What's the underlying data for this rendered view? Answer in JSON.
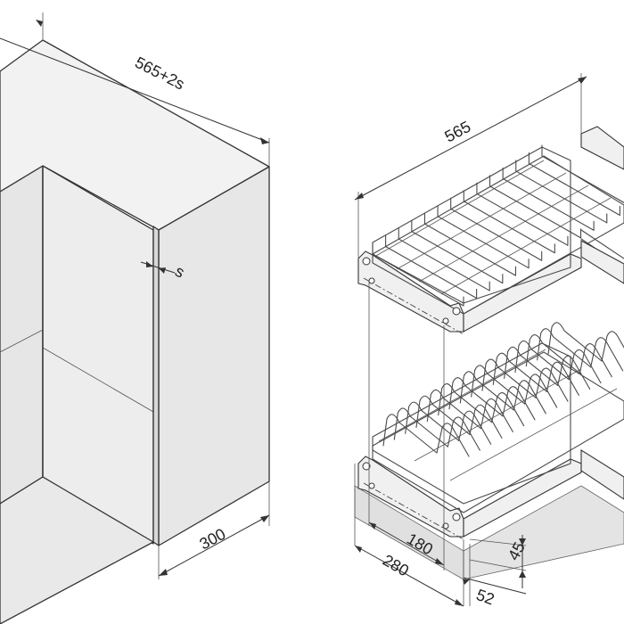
{
  "dimensions": {
    "cabinet_depth_total": "565+2s",
    "side_thickness": "s",
    "cabinet_width": "300",
    "rack_depth": "565",
    "rack_front_inner": "180",
    "rack_front_outer": "280",
    "rail_height": "45",
    "rail_offset": "52"
  },
  "colors": {
    "cabinet_front": "#ebebeb",
    "cabinet_side": "#e4e4e4",
    "cabinet_top": "#f2f2f2",
    "base_plate": "#e0e0e0",
    "wire": "#4a4a4a",
    "dimension": "#333333"
  }
}
